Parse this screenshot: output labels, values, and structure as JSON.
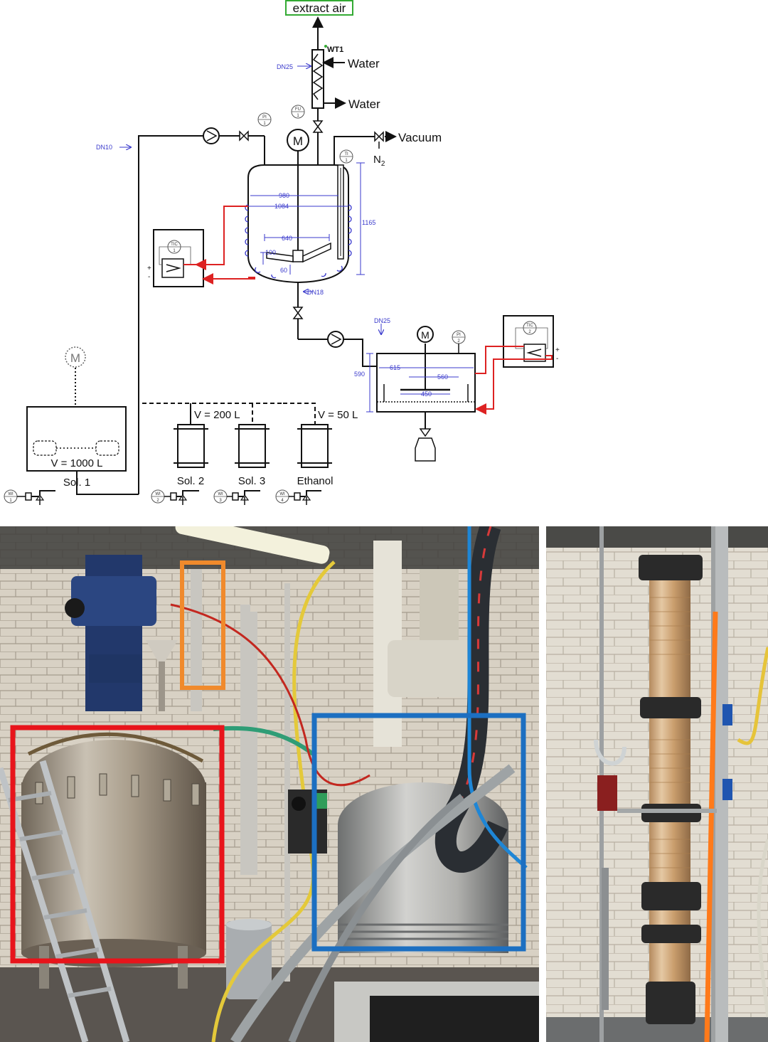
{
  "diagram": {
    "extract_air": "extract air",
    "wt_tag": "WT1",
    "water_in": "Water",
    "water_out": "Water",
    "vacuum": "Vacuum",
    "n2": "N",
    "n2_sub": "2",
    "dn25_top": "DN25",
    "dn10": "DN10",
    "dn18": "DN18",
    "dn25_lower": "DN25",
    "pi1": {
      "top": "PI",
      "bottom": "1"
    },
    "fu1": {
      "top": "FU",
      "bottom": "1"
    },
    "ti1": {
      "top": "TI",
      "bottom": "1"
    },
    "tic1": {
      "top": "TIC",
      "bottom": "1"
    },
    "pi2": {
      "top": "PI",
      "bottom": "2"
    },
    "tic2": {
      "top": "TIC",
      "bottom": "2"
    },
    "motor": "M",
    "motor2": "M",
    "motor_tank": "M",
    "reactor_dims": {
      "d980": "980",
      "d1084": "1084",
      "h1165": "1165",
      "d640": "640",
      "h100": "100",
      "h60": "60"
    },
    "vessel_dims": {
      "d615": "615",
      "d560": "560",
      "d450": "450",
      "h590": "590"
    },
    "tank_volume": "V = 1000 L",
    "sol1": "Sol. 1",
    "v200": "V = 200 L",
    "v50": "V = 50 L",
    "sol2": "Sol. 2",
    "sol3": "Sol. 3",
    "ethanol": "Ethanol",
    "wi1": {
      "top": "WI",
      "bottom": "1"
    },
    "wi2": {
      "top": "WI",
      "bottom": "2"
    },
    "wi3": {
      "top": "WI",
      "bottom": "3"
    },
    "wi4": {
      "top": "WI",
      "bottom": "4"
    },
    "plus": "+",
    "minus": "-"
  },
  "colors": {
    "line": "#111111",
    "dimension": "#3a3acc",
    "heating": "#dd2222",
    "extract_box": "#33aa33",
    "highlight_red": "#e8141b",
    "highlight_orange": "#f08a2c",
    "highlight_blue": "#1c6fc1"
  }
}
